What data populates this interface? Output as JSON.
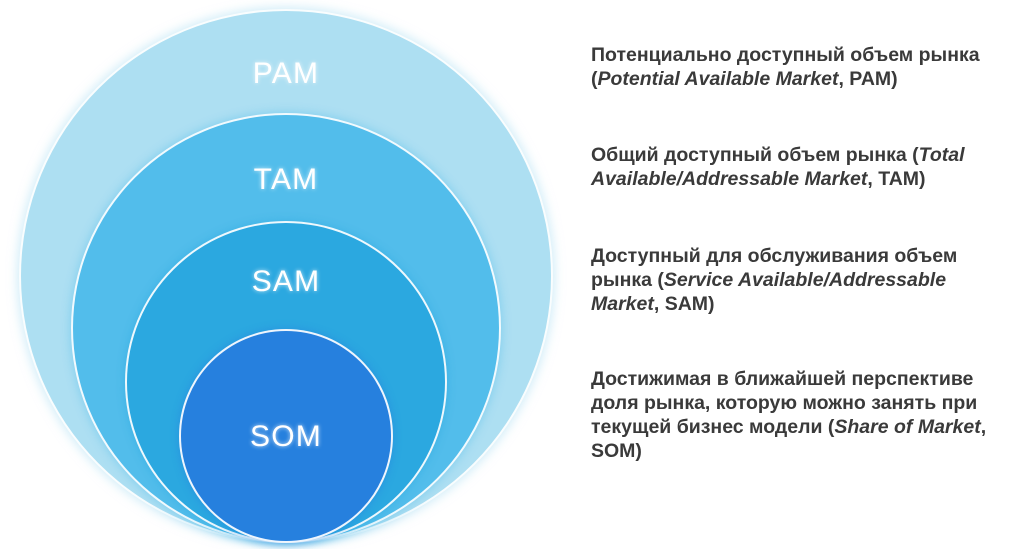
{
  "diagram": {
    "type": "nested-circles",
    "title": "",
    "rings": [
      {
        "id": "pam",
        "label": "PAM",
        "color": "#ADDFF2",
        "order": 1,
        "scope": "outermost"
      },
      {
        "id": "tam",
        "label": "TAM",
        "color": "#52BDEB",
        "order": 2,
        "scope": "second"
      },
      {
        "id": "sam",
        "label": "SAM",
        "color": "#2BA8E0",
        "order": 3,
        "scope": "third"
      },
      {
        "id": "som",
        "label": "SOM",
        "color": "#2680DE",
        "order": 4,
        "scope": "innermost"
      }
    ],
    "label_color": "#FFFFFF",
    "background_color": "#FFFFFF"
  },
  "descriptions": {
    "text_color": "#3A3A3A",
    "items": [
      {
        "id": "pam",
        "ru_before": "Потенциально доступный объем рынка (",
        "en_italic": "Potential Available Market",
        "ru_after": ", PAM)",
        "full_text": "Потенциально доступный объем рынка (Potential Available Market, PAM)"
      },
      {
        "id": "tam",
        "ru_before": "Общий доступный объем рынка (",
        "en_italic": "Total Available",
        "en_plain_mid": "/Addressable Market",
        "ru_after": ", TAM)",
        "full_text": "Общий доступный объем рынка (Total Available/Addressable Market, TAM)"
      },
      {
        "id": "sam",
        "ru_before": "Доступный для обслуживания объем рынка (",
        "en_italic": "Service Available",
        "en_plain_mid": "/Addressable Market",
        "ru_after": ", SAM)",
        "full_text": "Доступный для обслуживания объем рынка (Service Available/Addressable Market, SAM)"
      },
      {
        "id": "som",
        "ru_before": "Достижимая в ближайшей перспективе доля рынка, которую можно занять при текущей бизнес модели (",
        "en_italic": "Share of Market",
        "ru_after": ", SOM)",
        "full_text": "Достижимая в ближайшей перспективе доля рынка, которую можно занять при текущей бизнес модели (Share of Market, SOM)"
      }
    ]
  }
}
